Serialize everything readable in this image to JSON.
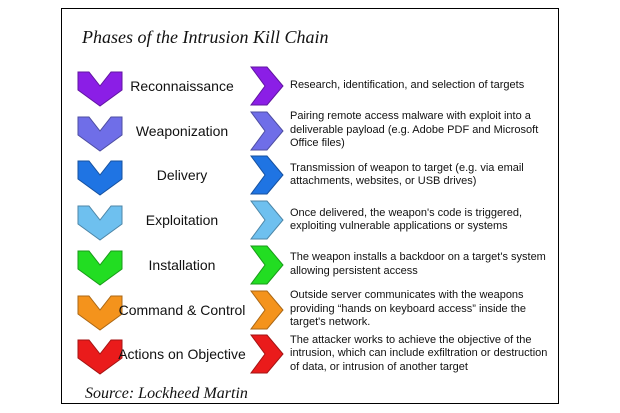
{
  "title": "Phases of the Intrusion Kill Chain",
  "source": "Source: Lockheed Martin",
  "phases": [
    {
      "name": "Reconnaissance",
      "color": "#8b1ee6",
      "description": "Research, identification, and selection of targets"
    },
    {
      "name": "Weaponization",
      "color": "#6f6ee8",
      "description": "Pairing remote access malware with exploit into a deliverable payload (e.g. Adobe PDF and Microsoft Office files)"
    },
    {
      "name": "Delivery",
      "color": "#1f74e3",
      "description": "Transmission of weapon to target (e.g. via email attachments, websites, or USB drives)"
    },
    {
      "name": "Exploitation",
      "color": "#6ec0ef",
      "description": "Once delivered, the weapon's code is triggered, exploiting vulnerable applications or systems"
    },
    {
      "name": "Installation",
      "color": "#22dd22",
      "description": "The weapon installs a backdoor on a target's system allowing persistent access"
    },
    {
      "name": "Command & Control",
      "color": "#f4931c",
      "description": "Outside server communicates with the weapons providing “hands on keyboard access” inside the target's network."
    },
    {
      "name": "Actions on Objective",
      "color": "#ea1b1b",
      "description": "The attacker works to achieve the objective of the intrusion, which can include exfiltration or destruction of data, or intrusion of another target"
    }
  ]
}
